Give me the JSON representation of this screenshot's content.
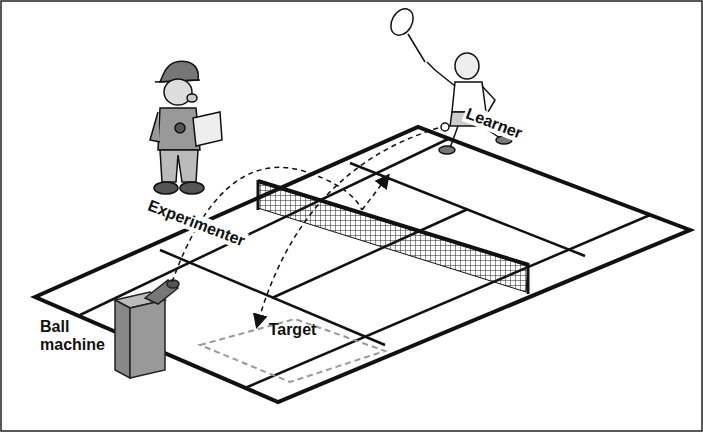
{
  "diagram": {
    "nodes": [
      {
        "text": [
          "Target"
        ]
      }
    ],
    "labels": [
      "Experimenter",
      "Learner",
      "Ball machine"
    ]
  }
}
